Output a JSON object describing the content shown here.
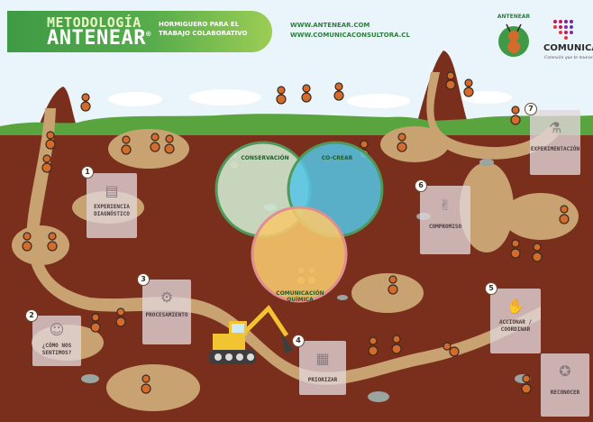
{
  "header": {
    "title_line1": "METODOLOGÍA",
    "title_line2": "ANTENEAR",
    "registered": "®",
    "subtitle_line1": "HORMIGUERO PARA EL",
    "subtitle_line2": "TRABAJO COLABORATIVO",
    "website_1": "WWW.ANTENEAR.COM",
    "website_2": "WWW.COMUNICACONSULTORA.CL"
  },
  "logos": {
    "antenear": "ANTENEAR",
    "comunica": "COMUNICA",
    "comunica_tagline": "Conexión que te mueve"
  },
  "colors": {
    "soil": "#7a2f1c",
    "tunnel": "#c9a272",
    "grass": "#5aa43f",
    "sky": "#eaf5fb",
    "brand_green": "#3f9a45",
    "circle_green": "#cfe8cf",
    "circle_blue": "#55c5e6",
    "circle_yellow": "#f7c86d"
  },
  "venn": {
    "conservacion": "CONSERVACIÓN",
    "cocrear": "CO-CREAR",
    "comunicacion_line1": "COMUNICACIÓN",
    "comunicacion_line2": "QUÍMICA"
  },
  "steps": [
    {
      "number": "1",
      "line1": "EXPERIENCIA",
      "line2": "DIAGNÓSTICO",
      "icon": "clipboard-icon"
    },
    {
      "number": "2",
      "line1": "¿CÓMO NOS",
      "line2": "SENTIMOS?",
      "icon": "faces-icon"
    },
    {
      "number": "3",
      "line1": "PROCESAMIENTO",
      "line2": "",
      "icon": "gears-icon"
    },
    {
      "number": "4",
      "line1": "PRIORIZAR",
      "line2": "",
      "icon": "document-icon"
    },
    {
      "number": "5",
      "line1": "ACCIONAR /",
      "line2": "COORDINAR",
      "icon": "handshake-icon"
    },
    {
      "number": "6",
      "line1": "COMPROMISO",
      "line2": "",
      "icon": "hands-icon"
    },
    {
      "number": "7",
      "line1": "EXPERIMENTACIÓN",
      "line2": "",
      "icon": "flask-icon"
    },
    {
      "number": "",
      "line1": "RECONOCER",
      "line2": "",
      "icon": "medal-icon"
    }
  ]
}
